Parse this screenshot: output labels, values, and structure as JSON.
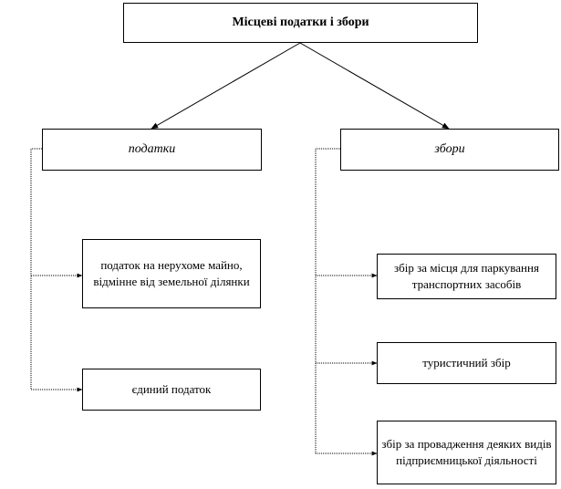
{
  "root": {
    "label": "Місцеві податки і збори"
  },
  "taxes": {
    "label": "податки",
    "items": [
      "податок на нерухоме майно, відмінне від земельної ділянки",
      "єдиний податок"
    ]
  },
  "fees": {
    "label": "збори",
    "items": [
      "збір за місця для паркування транспортних засобів",
      "туристичний  збір",
      "збір за провадження деяких видів підприємницької діяльності"
    ]
  }
}
